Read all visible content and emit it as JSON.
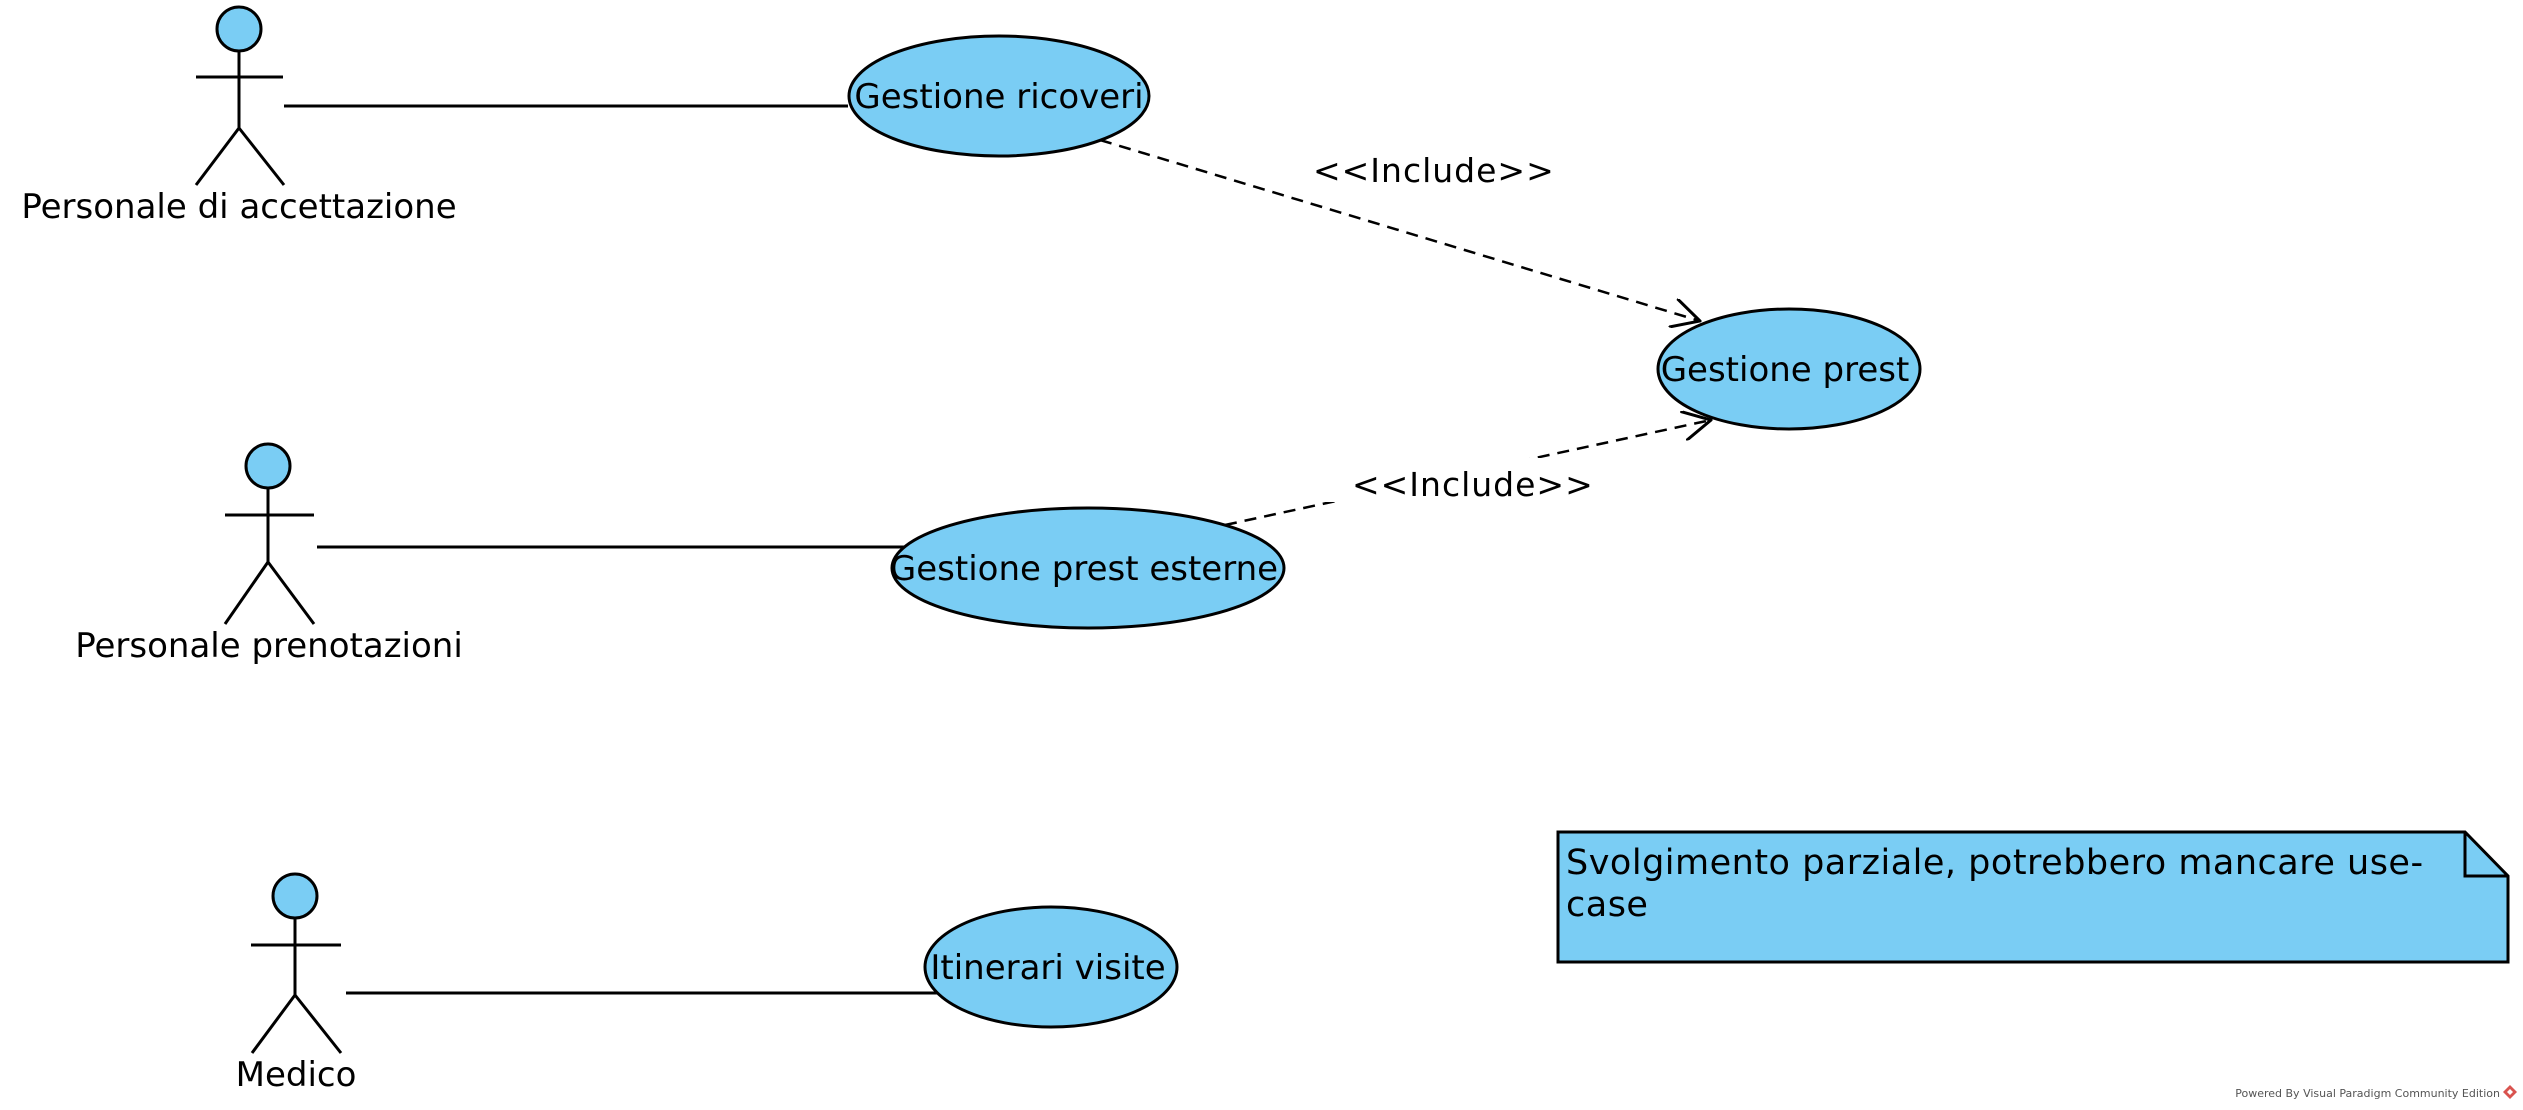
{
  "diagram": {
    "type": "use-case",
    "colors": {
      "fill": "#7ACDF4",
      "stroke": "#000000",
      "background": "#FFFFFF",
      "credit_icon": "#D9534F"
    },
    "actors": [
      {
        "id": "actor-accettazione",
        "label": "Personale di accettazione",
        "icon": "stick-figure-icon"
      },
      {
        "id": "actor-prenotazioni",
        "label": "Personale prenotazioni",
        "icon": "stick-figure-icon"
      },
      {
        "id": "actor-medico",
        "label": "Medico",
        "icon": "stick-figure-icon"
      }
    ],
    "use_cases": [
      {
        "id": "uc-ricoveri",
        "label": "Gestione ricoveri"
      },
      {
        "id": "uc-prest-esterne",
        "label": "Gestione prest esterne"
      },
      {
        "id": "uc-prest",
        "label": "Gestione prest"
      },
      {
        "id": "uc-itinerari",
        "label": "Itinerari visite"
      }
    ],
    "associations": [
      {
        "from": "actor-accettazione",
        "to": "uc-ricoveri"
      },
      {
        "from": "actor-prenotazioni",
        "to": "uc-prest-esterne"
      },
      {
        "from": "actor-medico",
        "to": "uc-itinerari"
      }
    ],
    "includes": [
      {
        "from": "uc-ricoveri",
        "to": "uc-prest",
        "label": "<<Include>>"
      },
      {
        "from": "uc-prest-esterne",
        "to": "uc-prest",
        "label": "<<Include>>"
      }
    ],
    "note": {
      "lines": [
        "Svolgimento parziale, potrebbero mancare use-",
        "case"
      ]
    },
    "credit": {
      "text": "Powered By Visual Paradigm Community Edition",
      "icon": "visual-paradigm-logo-icon"
    }
  }
}
